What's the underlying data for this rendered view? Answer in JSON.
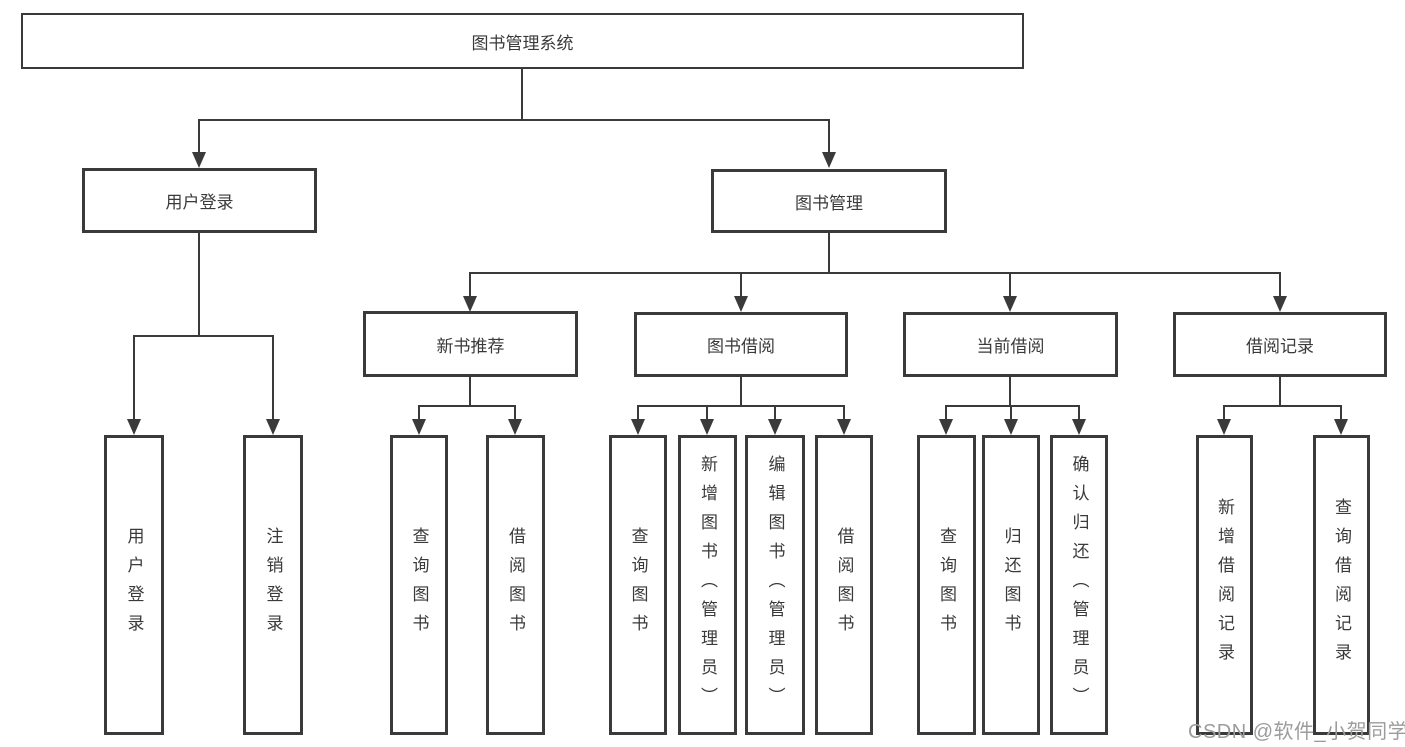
{
  "tree": {
    "label": "图书管理系统",
    "children": [
      {
        "label": "用户登录",
        "children": [
          {
            "label": "用户登录"
          },
          {
            "label": "注销登录"
          }
        ]
      },
      {
        "label": "图书管理",
        "children": [
          {
            "label": "新书推荐",
            "children": [
              {
                "label": "查询图书"
              },
              {
                "label": "借阅图书"
              }
            ]
          },
          {
            "label": "图书借阅",
            "children": [
              {
                "label": "查询图书"
              },
              {
                "label": "新增图书（管理员）"
              },
              {
                "label": "编辑图书（管理员）"
              },
              {
                "label": "借阅图书"
              }
            ]
          },
          {
            "label": "当前借阅",
            "children": [
              {
                "label": "查询图书"
              },
              {
                "label": "归还图书"
              },
              {
                "label": "确认归还（管理员）"
              }
            ]
          },
          {
            "label": "借阅记录",
            "children": [
              {
                "label": "新增借阅记录"
              },
              {
                "label": "查询借阅记录"
              }
            ]
          }
        ]
      }
    ]
  },
  "watermark": {
    "text": "CSDN @软件_小贺同学"
  },
  "colors": {
    "line": "#3a3a3a",
    "text": "#3a3a3a",
    "background": "#ffffff",
    "watermark": "#9c9c9c"
  }
}
